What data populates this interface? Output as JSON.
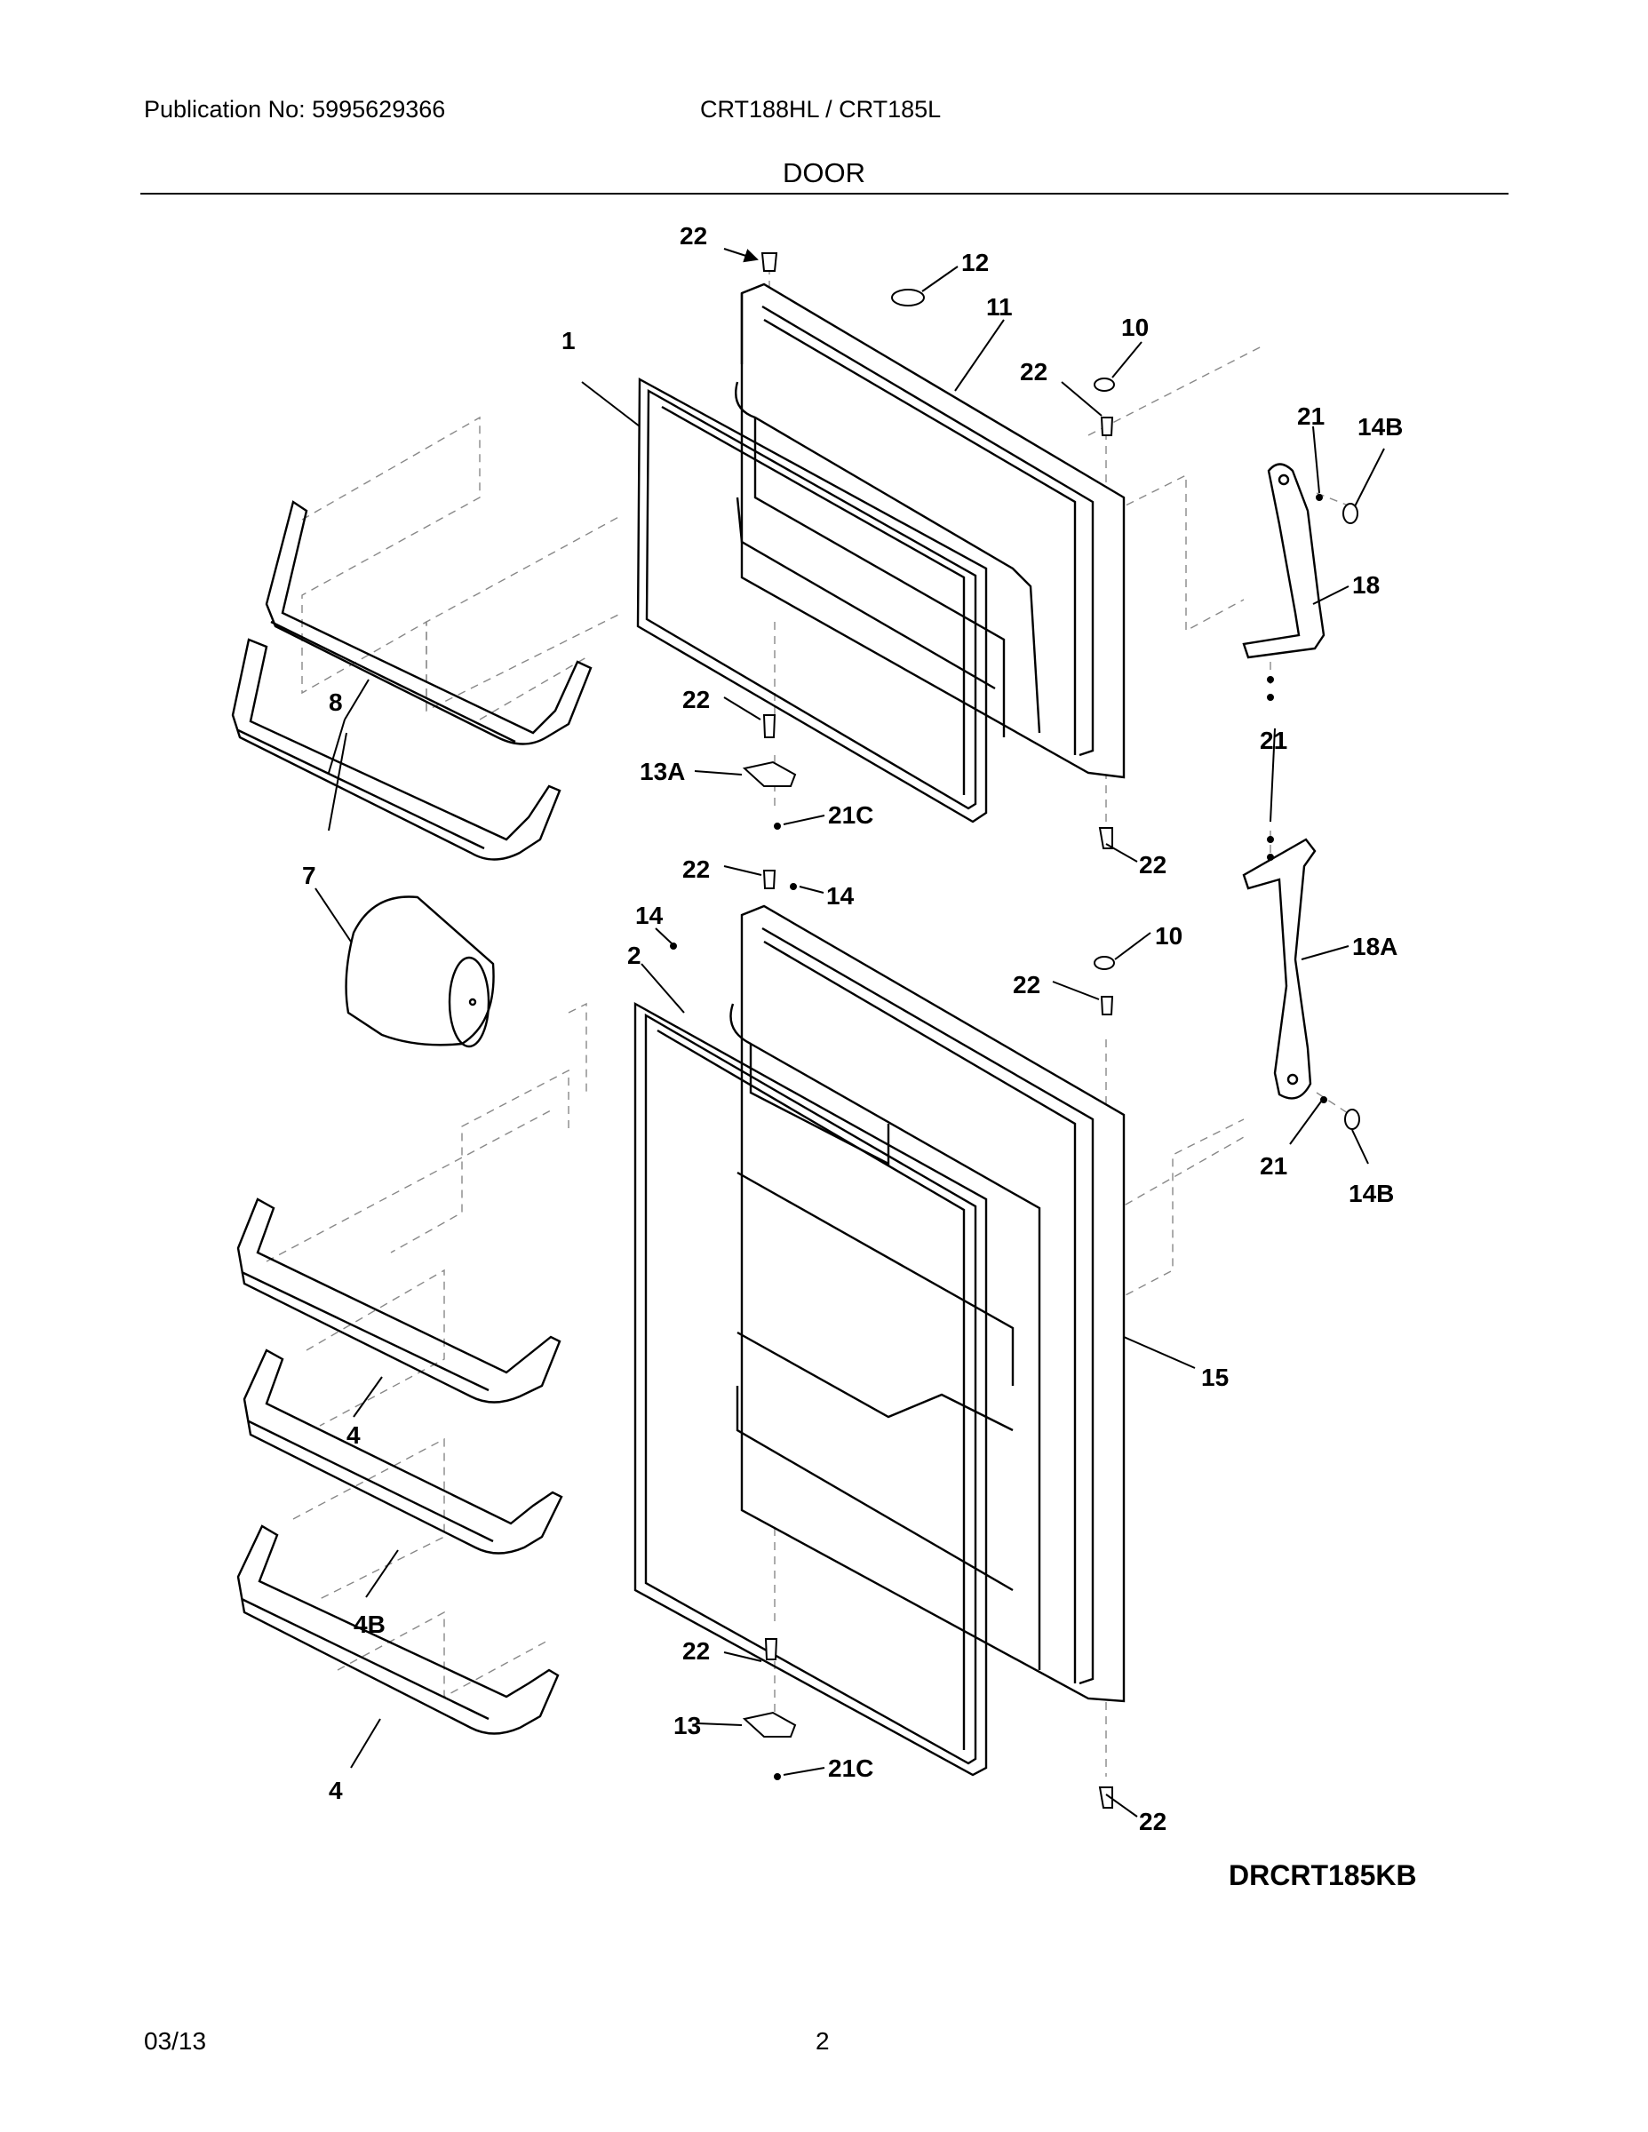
{
  "header": {
    "publication": "Publication No: 5995629366",
    "models": "CRT188HL / CRT185L",
    "section": "DOOR"
  },
  "diagram": {
    "drawing_code": "DRCRT185KB",
    "callouts": {
      "c1": "1",
      "c2": "2",
      "c4a": "4",
      "c4b": "4B",
      "c4c": "4",
      "c7": "7",
      "c8": "8",
      "c10a": "10",
      "c10b": "10",
      "c11": "11",
      "c12": "12",
      "c13a": "13A",
      "c13": "13",
      "c14a": "14",
      "c14b": "14",
      "c14b_top": "14B",
      "c14b_bot": "14B",
      "c15": "15",
      "c18": "18",
      "c18a": "18A",
      "c21_top": "21",
      "c21_mid": "21",
      "c21_bot": "21",
      "c21c_a": "21C",
      "c21c_b": "21C",
      "c22_1": "22",
      "c22_2": "22",
      "c22_3": "22",
      "c22_4": "22",
      "c22_5": "22",
      "c22_6": "22",
      "c22_7": "22",
      "c22_8": "22"
    }
  },
  "footer": {
    "date": "03/13",
    "page": "2"
  }
}
